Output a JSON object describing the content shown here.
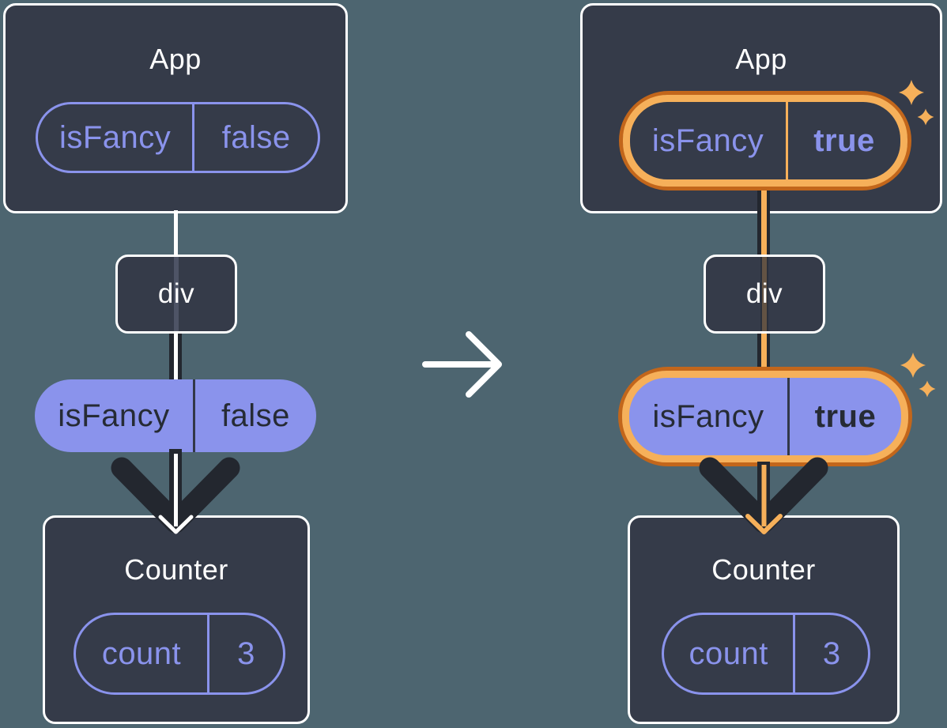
{
  "colors": {
    "background": "#4D6570",
    "component_box_fill": "#353B49",
    "component_box_border": "#FFFFFF",
    "purple": "#8A93EC",
    "dark_arrow": "#23272F",
    "highlight_ring_outer": "#C2661B",
    "highlight_ring_inner": "#F6B05A",
    "sparkle": "#F6B05A",
    "white_arrow": "#FFFFFF"
  },
  "icons": {
    "transition_arrow": "arrow-right",
    "highlight_sparkles": "sparkle"
  },
  "left_tree": {
    "app": {
      "title": "App",
      "prop_name": "isFancy",
      "prop_value": "false"
    },
    "div": {
      "label": "div"
    },
    "passed_prop": {
      "name": "isFancy",
      "value": "false"
    },
    "counter": {
      "title": "Counter",
      "state_name": "count",
      "state_value": "3"
    }
  },
  "right_tree": {
    "app": {
      "title": "App",
      "prop_name": "isFancy",
      "prop_value": "true"
    },
    "div": {
      "label": "div"
    },
    "passed_prop": {
      "name": "isFancy",
      "value": "true"
    },
    "counter": {
      "title": "Counter",
      "state_name": "count",
      "state_value": "3"
    }
  }
}
